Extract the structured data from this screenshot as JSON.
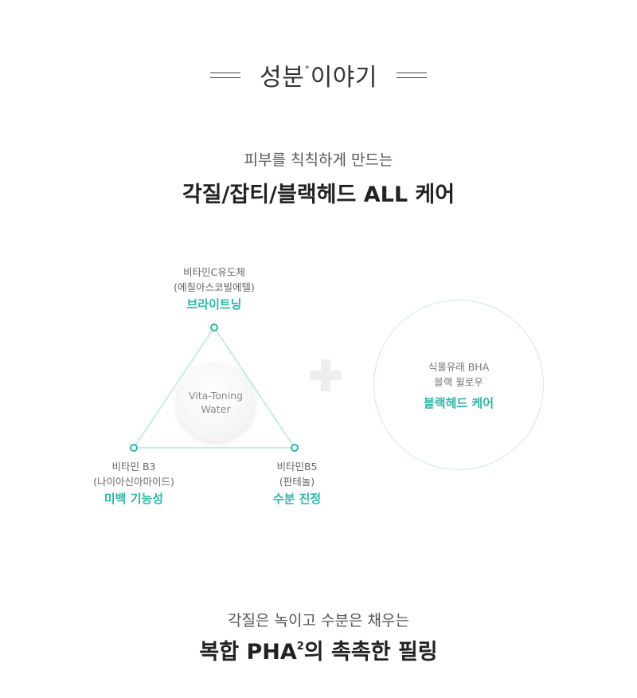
{
  "header": {
    "title_part1": "성분",
    "title_mark": "*",
    "title_part2": "이야기"
  },
  "intro": {
    "subtitle": "피부를 칙칙하게 만드는",
    "headline": "각질/잡티/블랙헤드 ALL 케어"
  },
  "triangle": {
    "top": {
      "line1": "비타민C유도체",
      "line2": "(에칠아스코빌에텔)",
      "benefit": "브라이트닝"
    },
    "left": {
      "line1": "비타민 B3",
      "line2": "(나이아신아마이드)",
      "benefit": "미백 기능성"
    },
    "right": {
      "line1": "비타민B5",
      "line2": "(판테놀)",
      "benefit": "수분 진정"
    },
    "center": {
      "line1": "Vita-Toning",
      "line2": "Water"
    }
  },
  "bha_circle": {
    "line1": "식물유래 BHA",
    "line2": "블랙 윌로우",
    "benefit": "블랙헤드 케어"
  },
  "outro": {
    "subtitle": "각질은 녹이고 수분은 채우는",
    "headline_part1": "복합 PHA",
    "headline_sup": "2",
    "headline_part2": "의 촉촉한 필링"
  },
  "colors": {
    "accent": "#2cb5a3",
    "line": "#c8ece4",
    "text": "#333333"
  }
}
